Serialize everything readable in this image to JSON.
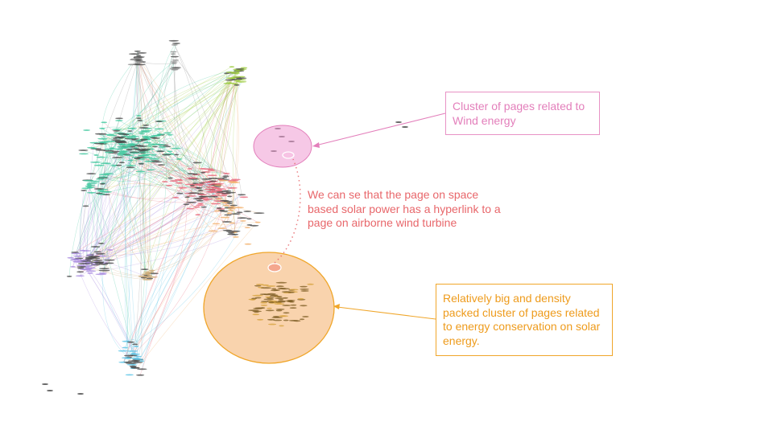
{
  "annotations": {
    "wind_cluster": "Cluster of pages related to Wind energy",
    "hyperlink_note": "We can se that the page on space based solar power has a hyperlink to a page on airborne wind turbine",
    "solar_cluster": "Relatively big and density packed cluster of pages related to energy conservation on solar energy."
  },
  "colors": {
    "wind_cluster": "#e37fbb",
    "hyperlink_note": "#e8676b",
    "solar_cluster": "#ee9b1c",
    "communities": [
      "#3fc79d",
      "#e8677a",
      "#a98be0",
      "#f2b06b",
      "#58c3e6",
      "#9ccc3d",
      "#8c8c8c",
      "#e37fbb",
      "#e3a23a",
      "#c9a36a"
    ]
  }
}
